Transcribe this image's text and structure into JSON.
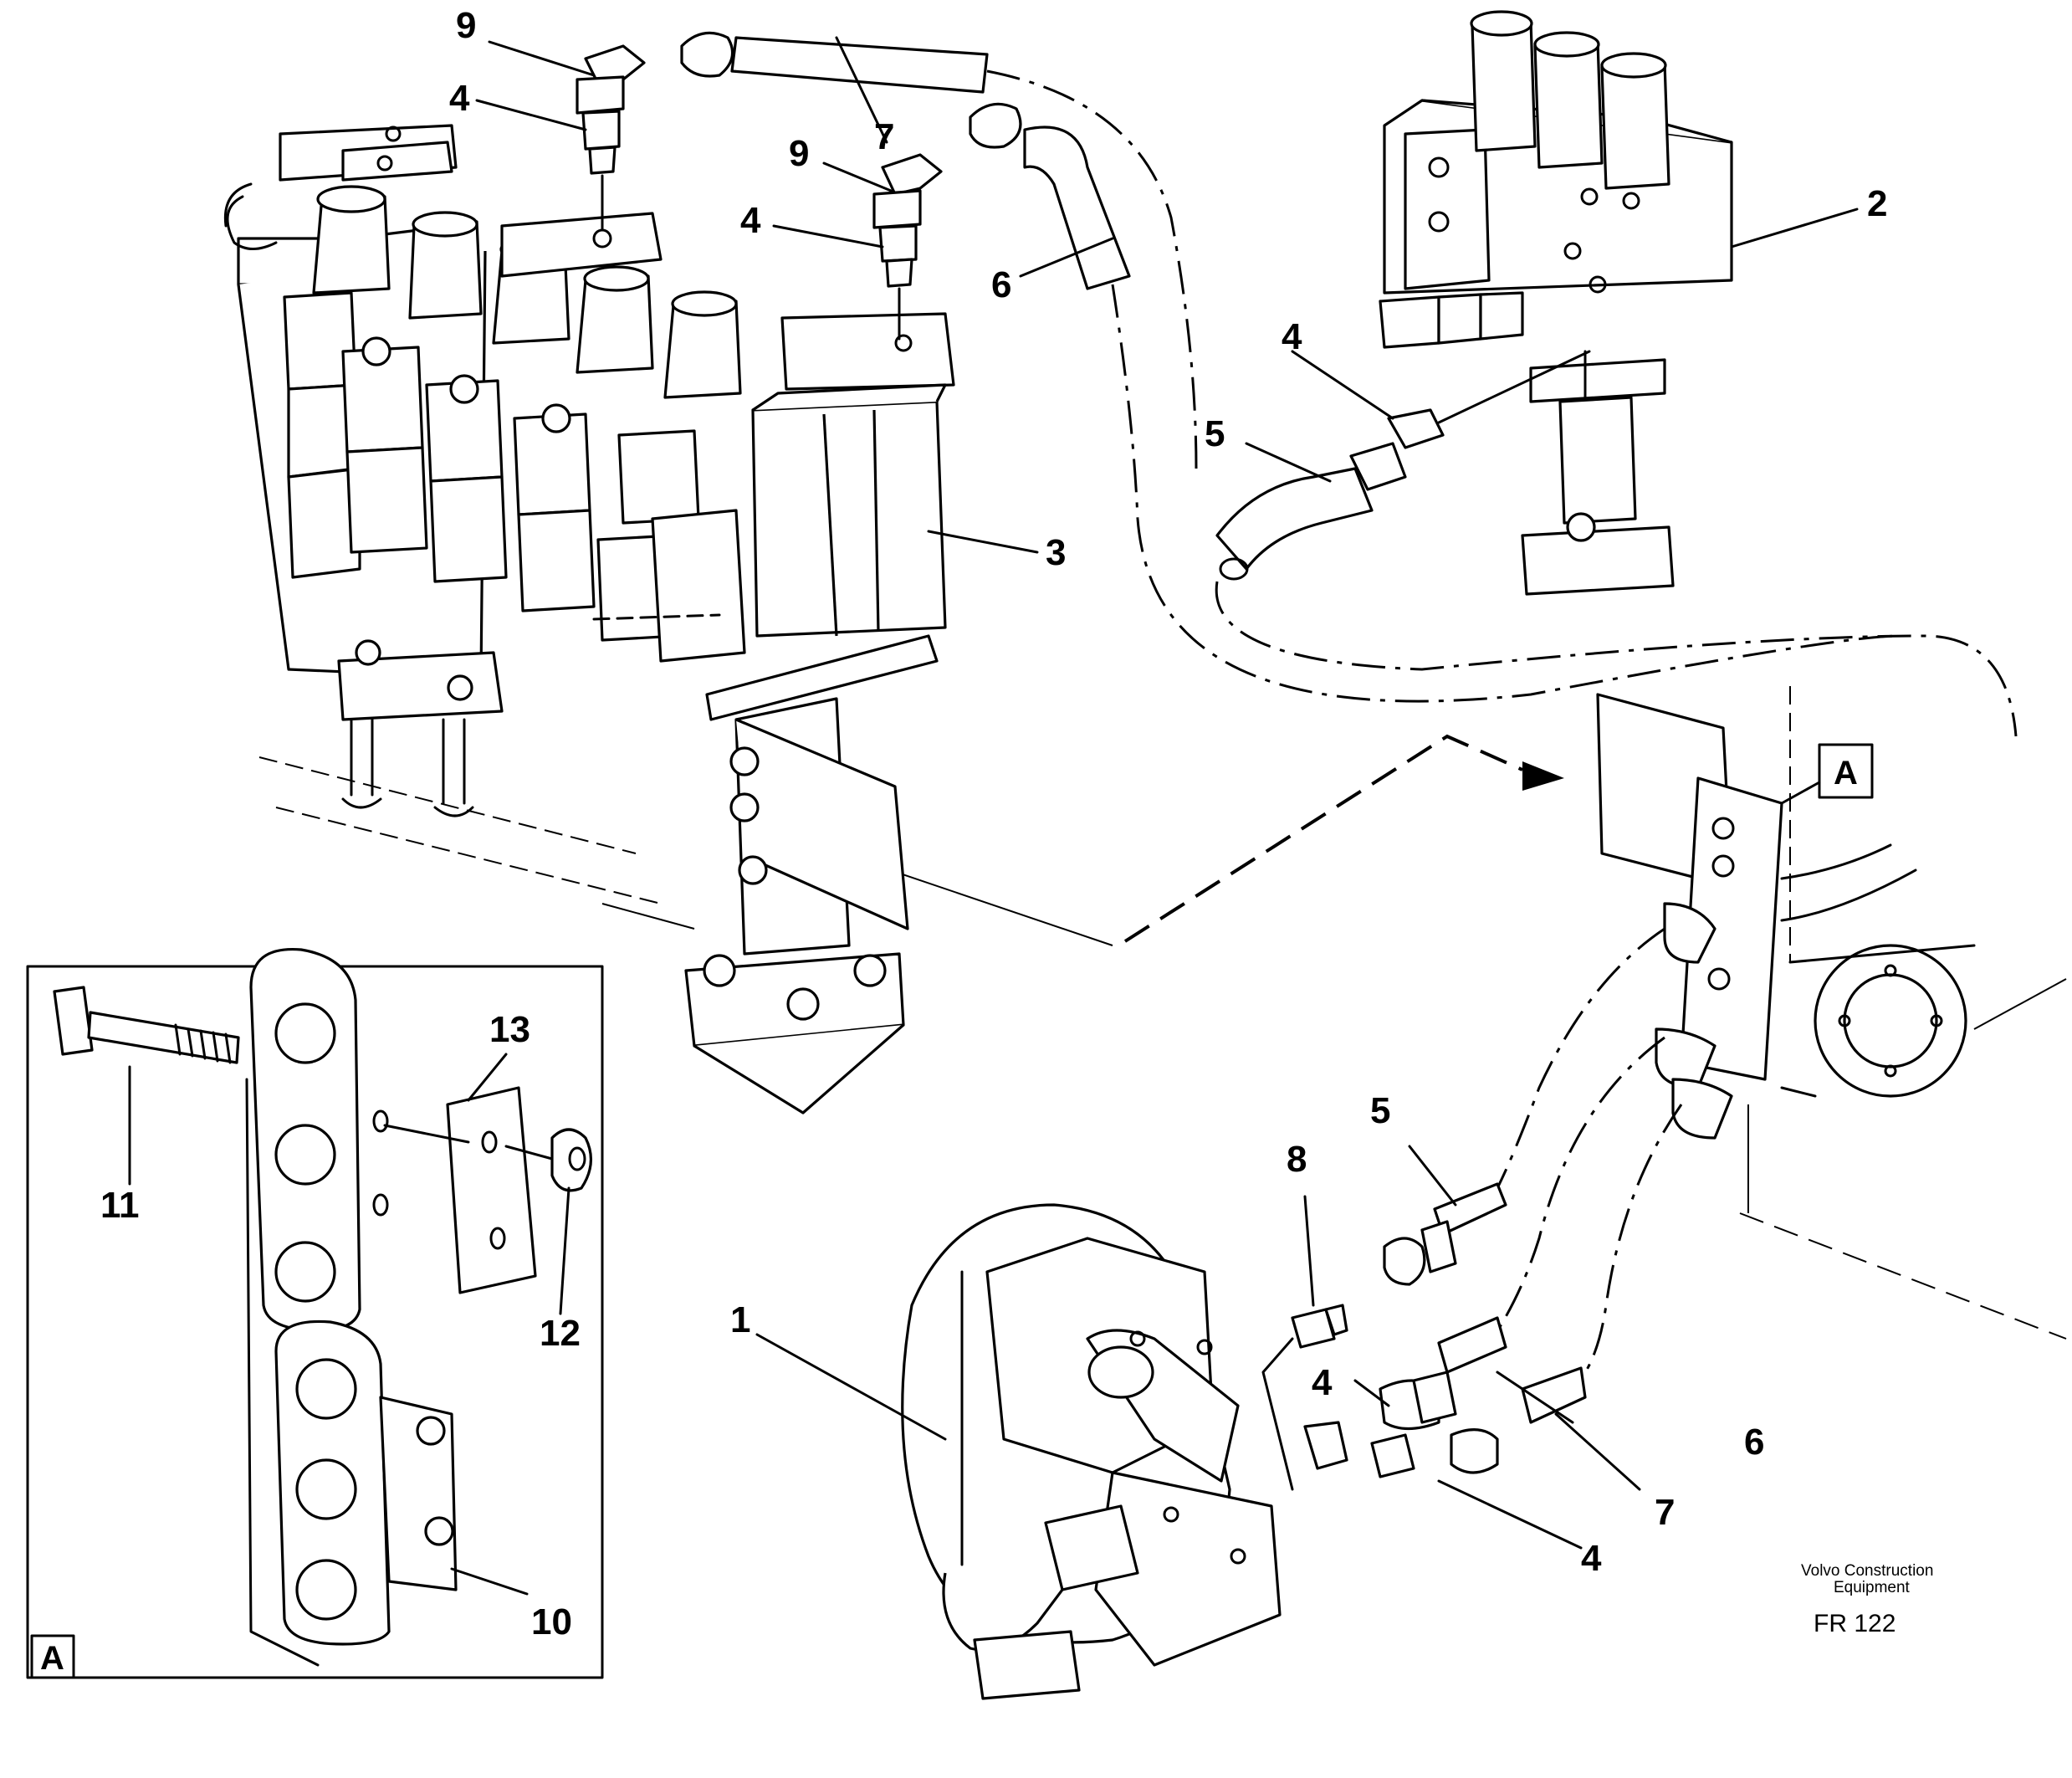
{
  "labels": {
    "n1": "1",
    "n2": "2",
    "n3": "3",
    "n4a": "4",
    "n4b": "4",
    "n4c": "4",
    "n4d": "4",
    "n4e": "4",
    "n5a": "5",
    "n5b": "5",
    "n6a": "6",
    "n6b": "6",
    "n7a": "7",
    "n7b": "7",
    "n8": "8",
    "n9a": "9",
    "n9b": "9",
    "n10": "10",
    "n11": "11",
    "n12": "12",
    "n13": "13"
  },
  "detail_ref": {
    "main": "A",
    "inset": "A"
  },
  "credit": {
    "line1": "Volvo Construction",
    "line2": "Equipment",
    "code": "FR 122"
  }
}
